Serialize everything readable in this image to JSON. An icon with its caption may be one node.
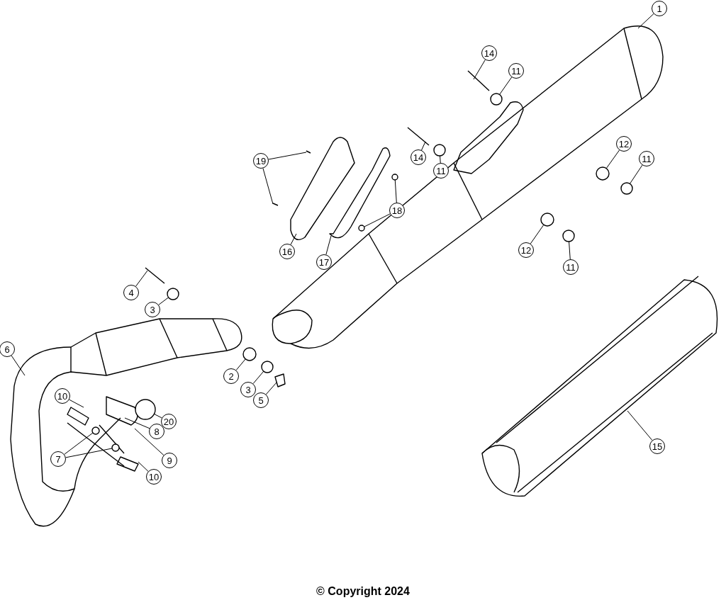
{
  "diagram": {
    "caption": "© Copyright 2024",
    "nodes": [
      {
        "text": [
          "1"
        ]
      },
      {
        "text": [
          "14"
        ]
      },
      {
        "text": [
          "11"
        ]
      },
      {
        "text": [
          "14"
        ]
      },
      {
        "text": [
          "11"
        ]
      },
      {
        "text": [
          "19"
        ]
      },
      {
        "text": [
          "12"
        ]
      },
      {
        "text": [
          "11"
        ]
      },
      {
        "text": [
          "18"
        ]
      },
      {
        "text": [
          "16"
        ]
      },
      {
        "text": [
          "17"
        ]
      },
      {
        "text": [
          "12"
        ]
      },
      {
        "text": [
          "11"
        ]
      },
      {
        "text": [
          "4"
        ]
      },
      {
        "text": [
          "3"
        ]
      },
      {
        "text": [
          "6"
        ]
      },
      {
        "text": [
          "2"
        ]
      },
      {
        "text": [
          "3"
        ]
      },
      {
        "text": [
          "5"
        ]
      },
      {
        "text": [
          "10"
        ]
      },
      {
        "text": [
          "20"
        ]
      },
      {
        "text": [
          "8"
        ]
      },
      {
        "text": [
          "7"
        ]
      },
      {
        "text": [
          "9"
        ]
      },
      {
        "text": [
          "10"
        ]
      },
      {
        "text": [
          "15"
        ]
      },
      {
        "text": [],
        "shape": "circle"
      },
      {
        "text": [],
        "shape": "circle"
      },
      {
        "text": [],
        "shape": "circle"
      },
      {
        "text": [],
        "shape": "circle"
      },
      {
        "text": [],
        "shape": "circle"
      },
      {
        "text": [],
        "shape": "circle"
      },
      {
        "text": [],
        "shape": "circle"
      },
      {
        "text": [],
        "shape": "circle"
      },
      {
        "text": [],
        "shape": "circle"
      },
      {
        "text": [],
        "shape": "circle"
      },
      {
        "text": [],
        "shape": "circle"
      },
      {
        "text": [],
        "shape": "circle"
      },
      {
        "text": [],
        "shape": "circle"
      },
      {
        "text": [],
        "shape": "circle"
      }
    ],
    "edges": [
      {
        "from": 0,
        "to": null,
        "arrow": "none"
      },
      {
        "from": 1,
        "to": null,
        "arrow": "none"
      },
      {
        "from": 2,
        "to": 26,
        "arrow": "none"
      },
      {
        "from": 3,
        "to": null,
        "arrow": "none"
      },
      {
        "from": 4,
        "to": 27,
        "arrow": "none"
      },
      {
        "from": 5,
        "to": null,
        "arrow": "none"
      },
      {
        "from": 5,
        "to": null,
        "arrow": "none"
      },
      {
        "from": 6,
        "to": 28,
        "arrow": "none"
      },
      {
        "from": 7,
        "to": 30,
        "arrow": "none"
      },
      {
        "from": 8,
        "to": 29,
        "arrow": "none"
      },
      {
        "from": 8,
        "to": 32,
        "arrow": "none"
      },
      {
        "from": 9,
        "to": null,
        "arrow": "none"
      },
      {
        "from": 10,
        "to": null,
        "arrow": "none"
      },
      {
        "from": 11,
        "to": 31,
        "arrow": "none"
      },
      {
        "from": 12,
        "to": 33,
        "arrow": "none"
      },
      {
        "from": 13,
        "to": null,
        "arrow": "none"
      },
      {
        "from": 14,
        "to": 34,
        "arrow": "none"
      },
      {
        "from": 15,
        "to": null,
        "arrow": "none"
      },
      {
        "from": 16,
        "to": 35,
        "arrow": "none"
      },
      {
        "from": 17,
        "to": 36,
        "arrow": "none"
      },
      {
        "from": 18,
        "to": null,
        "arrow": "none"
      },
      {
        "from": 19,
        "to": null,
        "arrow": "none"
      },
      {
        "from": 20,
        "to": 37,
        "arrow": "none"
      },
      {
        "from": 21,
        "to": null,
        "arrow": "none"
      },
      {
        "from": 22,
        "to": 38,
        "arrow": "none"
      },
      {
        "from": 22,
        "to": 39,
        "arrow": "none"
      },
      {
        "from": 23,
        "to": null,
        "arrow": "none"
      },
      {
        "from": 24,
        "to": null,
        "arrow": "none"
      },
      {
        "from": 25,
        "to": null,
        "arrow": "none"
      }
    ]
  }
}
